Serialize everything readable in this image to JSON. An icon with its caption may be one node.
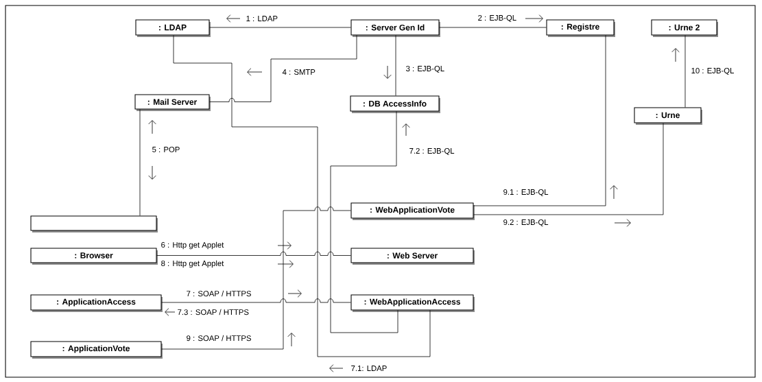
{
  "diagram": {
    "nodes": [
      {
        "text": [
          ": LDAP"
        ]
      },
      {
        "text": [
          ": Server Gen Id"
        ]
      },
      {
        "text": [
          ": Registre"
        ]
      },
      {
        "text": [
          ": Urne 2"
        ]
      },
      {
        "text": [
          ": Mail Server"
        ]
      },
      {
        "text": [
          ": DB AccessInfo"
        ]
      },
      {
        "text": [
          ": Urne"
        ]
      },
      {
        "text": [],
        "shape": "box"
      },
      {
        "text": [
          ": WebApplicationVote"
        ]
      },
      {
        "text": [
          ": Browser"
        ]
      },
      {
        "text": [
          ": Web Server"
        ]
      },
      {
        "text": [
          ": ApplicationAccess"
        ]
      },
      {
        "text": [
          ": WebApplicationAccess"
        ]
      },
      {
        "text": [
          ": ApplicationVote"
        ]
      }
    ],
    "edges": [
      {
        "from": 1,
        "to": 0,
        "arrow": "none",
        "label": "1 : LDAP"
      },
      {
        "from": 1,
        "to": 2,
        "arrow": "none",
        "label": "2 : EJB-QL"
      },
      {
        "from": 1,
        "to": 5,
        "arrow": "none",
        "label": "3 : EJB-QL"
      },
      {
        "from": 1,
        "to": 4,
        "arrow": "none",
        "label": "4 : SMTP"
      },
      {
        "from": 4,
        "to": 7,
        "arrow": "none",
        "label": "5 : POP"
      },
      {
        "from": 9,
        "to": 10,
        "arrow": "none",
        "label": "6 : Http get Applet"
      },
      {
        "from": 11,
        "to": 12,
        "arrow": "none",
        "label": "7 : SOAP / HTTPS"
      },
      {
        "from": 12,
        "to": 0,
        "arrow": "none",
        "label": "7.1: LDAP"
      },
      {
        "from": 12,
        "to": 5,
        "arrow": "none",
        "label": "7.2 : EJB-QL"
      },
      {
        "from": 13,
        "to": 8,
        "arrow": "none",
        "label": "9 : SOAP / HTTPS"
      },
      {
        "from": 8,
        "to": 2,
        "arrow": "none",
        "label": "9.1 : EJB-QL"
      },
      {
        "from": 8,
        "to": 6,
        "arrow": "none",
        "label": "9.2 : EJB-QL"
      },
      {
        "from": 6,
        "to": 3,
        "arrow": "none",
        "label": "10 : EJB-QL"
      }
    ],
    "labels": [
      "8 : Http get Applet",
      "7.3 : SOAP / HTTPS"
    ]
  }
}
